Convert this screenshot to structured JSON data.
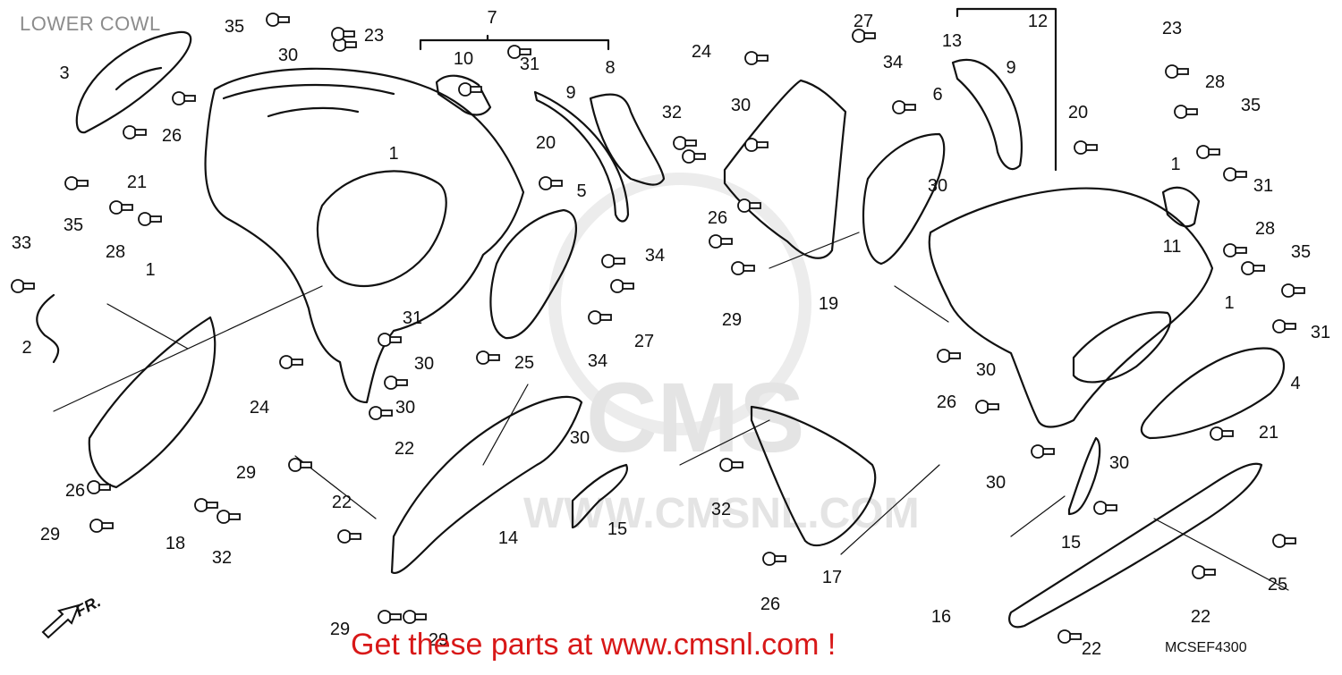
{
  "title": "LOWER COWL",
  "footer_link": "Get these parts at www.cmsnl.com !",
  "diagram_code": "MCSEF4300",
  "direction_label": "FR.",
  "watermark": {
    "brand": "CMS",
    "url": "WWW.CMSNL.COM"
  },
  "callouts": [
    "1",
    "1",
    "1",
    "1",
    "2",
    "3",
    "4",
    "5",
    "6",
    "7",
    "8",
    "9",
    "9",
    "10",
    "11",
    "12",
    "13",
    "14",
    "15",
    "15",
    "16",
    "17",
    "18",
    "19",
    "20",
    "20",
    "21",
    "21",
    "22",
    "22",
    "22",
    "22",
    "23",
    "23",
    "24",
    "24",
    "25",
    "25",
    "26",
    "26",
    "26",
    "26",
    "26",
    "27",
    "27",
    "28",
    "28",
    "28",
    "29",
    "29",
    "29",
    "29",
    "29",
    "30",
    "30",
    "30",
    "30",
    "30",
    "30",
    "30",
    "30",
    "30",
    "31",
    "31",
    "31",
    "31",
    "32",
    "32",
    "32",
    "33",
    "34",
    "34",
    "34",
    "35",
    "35",
    "35",
    "35"
  ],
  "colors": {
    "line": "#111111",
    "link": "#d81818",
    "title": "#8c8c8c",
    "watermark": "#e4e4e4"
  }
}
